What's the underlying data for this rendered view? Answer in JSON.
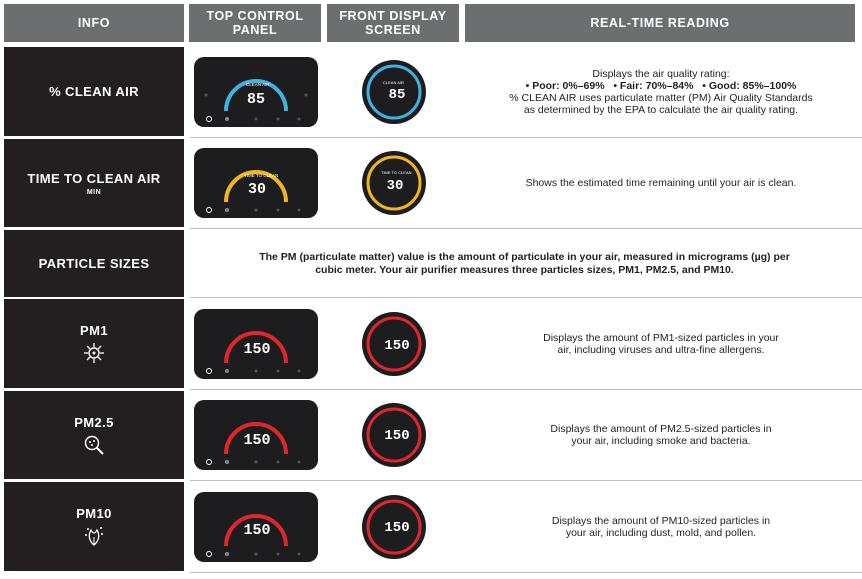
{
  "headers": {
    "info": "INFO",
    "top_control_panel": "TOP CONTROL PANEL",
    "front_display_screen": "FRONT DISPLAY SCREEN",
    "real_time_reading": "REAL-TIME READING"
  },
  "rows": [
    {
      "label": "% CLEAN AIR",
      "panel_value": "85",
      "screen_value": "85",
      "accent": "#3fb2e0",
      "desc_line1": "Displays the air quality rating:",
      "poor_label": "Poor:",
      "poor_value": "0%–69%",
      "fair_label": "Fair:",
      "fair_value": "70%–84%",
      "good_label": "Good:",
      "good_value": "85%–100%",
      "desc_line3": "% CLEAN AIR uses particulate matter (PM) Air Quality Standards",
      "desc_line4": "as determined by the EPA to calculate the air quality rating."
    },
    {
      "label": "TIME TO CLEAN AIR",
      "sub": "MIN",
      "panel_value": "30",
      "screen_value": "30",
      "accent": "#f2b51c",
      "desc": "Shows the estimated time remaining until your air is clean."
    },
    {
      "label": "PARTICLE SIZES",
      "desc": "The PM (particulate matter) value is the amount of particulate in your air, measured in micrograms (µg) per cubic meter. Your air purifier measures three particles sizes, PM1, PM2.5, and PM10."
    },
    {
      "label": "PM1",
      "icon": "virus-icon",
      "panel_value": "150",
      "screen_value": "150",
      "accent": "#e0262c",
      "desc_line1": "Displays the amount of PM1-sized particles in your",
      "desc_line2": "air, including viruses and ultra-fine allergens."
    },
    {
      "label": "PM2.5",
      "icon": "magnifier-icon",
      "panel_value": "150",
      "screen_value": "150",
      "accent": "#e0262c",
      "desc_line1": "Displays the amount of PM2.5-sized particles in",
      "desc_line2": "your air, including smoke and bacteria."
    },
    {
      "label": "PM10",
      "icon": "pollen-icon",
      "panel_value": "150",
      "screen_value": "150",
      "accent": "#e0262c",
      "desc_line1": "Displays the amount of PM10-sized particles in",
      "desc_line2": "your air, including dust, mold, and pollen."
    }
  ]
}
